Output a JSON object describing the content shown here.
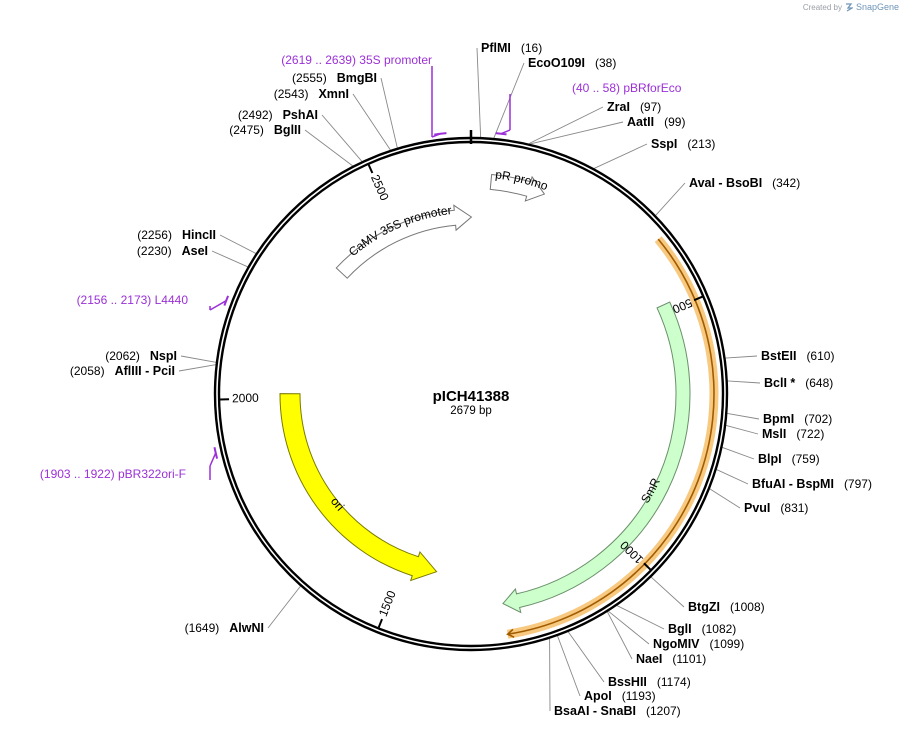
{
  "credit": {
    "prefix": "Created by",
    "brand": "SnapGene"
  },
  "plasmid": {
    "name": "pICH41388",
    "size_label": "2679 bp",
    "length": 2679
  },
  "ticks": [
    {
      "bp": 500,
      "label": "500"
    },
    {
      "bp": 1000,
      "label": "1000"
    },
    {
      "bp": 1500,
      "label": "1500"
    },
    {
      "bp": 2000,
      "label": "2000"
    },
    {
      "bp": 2500,
      "label": "2500"
    }
  ],
  "features": [
    {
      "name": "CaMV 35S promoter",
      "start": 2330,
      "end": 2680,
      "fill": "#ffffff",
      "stroke": "#777777",
      "kind": "arrow",
      "dir": 1,
      "radius": 177,
      "width": 15
    },
    {
      "name": "AmpR promoter",
      "start": 40,
      "end": 150,
      "fill": "#ffffff",
      "stroke": "#777777",
      "kind": "arrow",
      "dir": 1,
      "radius": 213,
      "width": 15
    },
    {
      "name": "SmR",
      "start": 485,
      "end": 1275,
      "fill": "#ccffcc",
      "stroke": "#6a8f6a",
      "kind": "arrow",
      "dir": 1,
      "radius": 212,
      "width": 14
    },
    {
      "name": "ori",
      "start": 1421,
      "end": 2010,
      "fill": "#ffff00",
      "stroke": "#7a7a00",
      "kind": "arrow",
      "dir": -1,
      "radius": 181,
      "width": 20
    },
    {
      "name": "",
      "start": 375,
      "end": 1275,
      "fill": "#f7c06a",
      "stroke": "#c78a1e",
      "kind": "thin",
      "dir": 1,
      "radius": 243,
      "width": 6
    }
  ],
  "primers": [
    {
      "pos_text": "(2619 .. 2639)",
      "name": "35S promoter",
      "start": 2619,
      "end": 2639
    },
    {
      "pos_text": "(40 .. 58)",
      "name": "pBRforEco",
      "start": 40,
      "end": 58
    },
    {
      "pos_text": "(2156 .. 2173)",
      "name": "L4440",
      "start": 2156,
      "end": 2173
    },
    {
      "pos_text": "(1903 .. 1922)",
      "name": "pBR322ori-F",
      "start": 1903,
      "end": 1922
    }
  ],
  "sites": [
    {
      "bp": 16,
      "name": "PflMI",
      "pos": "(16)"
    },
    {
      "bp": 38,
      "name": "EcoO109I",
      "pos": "(38)"
    },
    {
      "bp": 97,
      "name": "ZraI",
      "pos": "(97)"
    },
    {
      "bp": 99,
      "name": "AatII",
      "pos": "(99)"
    },
    {
      "bp": 213,
      "name": "SspI",
      "pos": "(213)"
    },
    {
      "bp": 342,
      "name": "AvaI  -  BsoBI",
      "pos": "(342)"
    },
    {
      "bp": 610,
      "name": "BstEII",
      "pos": "(610)"
    },
    {
      "bp": 648,
      "name": "BclI *",
      "pos": "(648)"
    },
    {
      "bp": 702,
      "name": "BpmI",
      "pos": "(702)"
    },
    {
      "bp": 722,
      "name": "MslI",
      "pos": "(722)"
    },
    {
      "bp": 759,
      "name": "BlpI",
      "pos": "(759)"
    },
    {
      "bp": 797,
      "name": "BfuAI  -  BspMI",
      "pos": "(797)"
    },
    {
      "bp": 831,
      "name": "PvuI",
      "pos": "(831)"
    },
    {
      "bp": 1008,
      "name": "BtgZI",
      "pos": "(1008)"
    },
    {
      "bp": 1082,
      "name": "BglI",
      "pos": "(1082)"
    },
    {
      "bp": 1099,
      "name": "NgoMIV",
      "pos": "(1099)"
    },
    {
      "bp": 1101,
      "name": "NaeI",
      "pos": "(1101)"
    },
    {
      "bp": 1174,
      "name": "BssHII",
      "pos": "(1174)"
    },
    {
      "bp": 1193,
      "name": "ApoI",
      "pos": "(1193)"
    },
    {
      "bp": 1207,
      "name": "BsaAI  -  SnaBI",
      "pos": "(1207)"
    },
    {
      "bp": 1649,
      "name": "AlwNI",
      "pos": "(1649)"
    },
    {
      "bp": 2058,
      "name": "AflIII  -  PciI",
      "pos": "(2058)"
    },
    {
      "bp": 2062,
      "name": "NspI",
      "pos": "(2062)"
    },
    {
      "bp": 2230,
      "name": "AseI",
      "pos": "(2230)"
    },
    {
      "bp": 2256,
      "name": "HincII",
      "pos": "(2256)"
    },
    {
      "bp": 2475,
      "name": "BglII",
      "pos": "(2475)"
    },
    {
      "bp": 2492,
      "name": "PshAI",
      "pos": "(2492)"
    },
    {
      "bp": 2543,
      "name": "XmnI",
      "pos": "(2543)"
    },
    {
      "bp": 2555,
      "name": "BmgBI",
      "pos": "(2555)"
    }
  ]
}
